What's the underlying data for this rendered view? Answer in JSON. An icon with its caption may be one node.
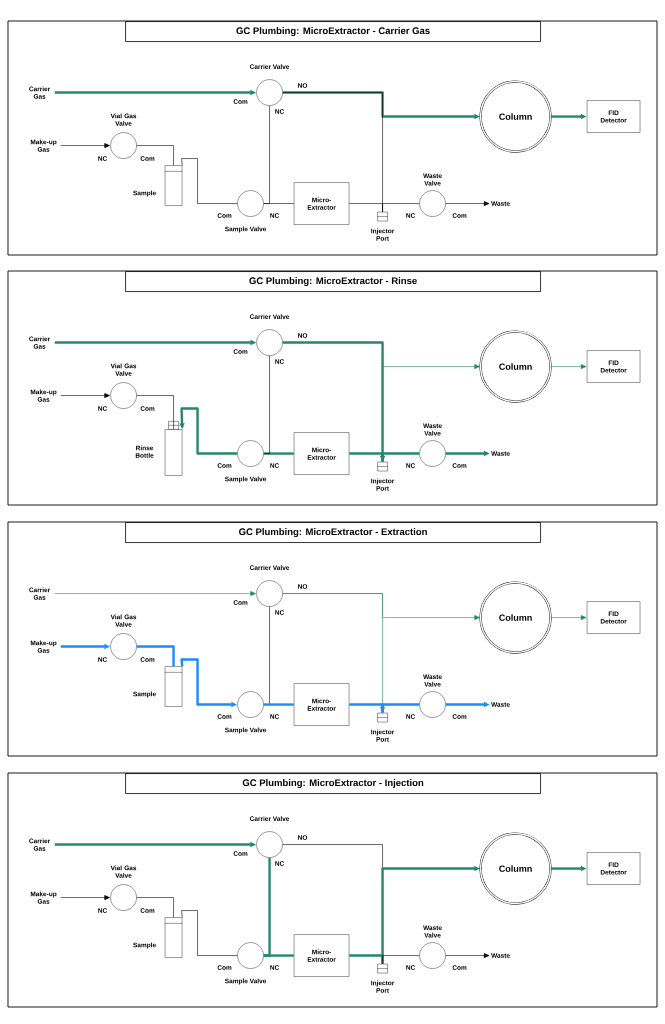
{
  "diagram": {
    "nodes": [
      {
        "text": [],
        "shape": "box"
      },
      {
        "text": [
          "GC Plumbing: MicroExtractor - Carrier Gas"
        ],
        "in": 0
      },
      {
        "text": [
          "Carrier Gas"
        ],
        "in": 0
      },
      {
        "text": [],
        "shape": "circle",
        "beside": [
          "Carrier Valve",
          "NO",
          "Com",
          "NC"
        ],
        "in": 0
      },
      {
        "text": [
          "Make-up Gas"
        ],
        "in": 0
      },
      {
        "text": [],
        "shape": "circle",
        "beside": [
          "Vial Gas Valve",
          "NC",
          "Com"
        ],
        "in": 0
      },
      {
        "text": [],
        "shape": "vial",
        "beside": [
          "Sample"
        ],
        "in": 0
      },
      {
        "text": [],
        "shape": "circle",
        "beside": [
          "Com",
          "NC",
          "Sample Valve"
        ],
        "in": 0
      },
      {
        "text": [
          "Micro- Extractor"
        ],
        "in": 0
      },
      {
        "text": [],
        "shape": "port",
        "beside": [
          "Injector Port"
        ],
        "in": 0
      },
      {
        "text": [],
        "shape": "circle",
        "beside": [
          "Waste Valve",
          "NC",
          "Com"
        ],
        "in": 0
      },
      {
        "text": [
          "Waste"
        ],
        "in": 0
      },
      {
        "text": [
          "Column"
        ],
        "in": 0
      },
      {
        "text": [
          "FID Detector"
        ],
        "in": 0
      },
      {
        "text": [],
        "shape": "box"
      },
      {
        "text": [
          "GC Plumbing: MicroExtractor - Rinse"
        ],
        "in": 14
      },
      {
        "text": [
          "Carrier Gas"
        ],
        "in": 14
      },
      {
        "text": [],
        "shape": "circle",
        "beside": [
          "Carrier Valve",
          "NO",
          "Com",
          "NC"
        ],
        "in": 14
      },
      {
        "text": [
          "Make-up Gas"
        ],
        "in": 14
      },
      {
        "text": [],
        "shape": "circle",
        "beside": [
          "Vial Gas Valve",
          "NC",
          "Com"
        ],
        "in": 14
      },
      {
        "text": [],
        "shape": "bottle",
        "beside": [
          "Rinse Bottle"
        ],
        "in": 14
      },
      {
        "text": [],
        "shape": "circle",
        "beside": [
          "Com",
          "NC",
          "Sample Valve"
        ],
        "in": 14
      },
      {
        "text": [
          "Micro- Extractor"
        ],
        "in": 14
      },
      {
        "text": [],
        "shape": "port",
        "beside": [
          "Injector Port"
        ],
        "in": 14
      },
      {
        "text": [],
        "shape": "circle",
        "beside": [
          "Waste Valve",
          "NC",
          "Com"
        ],
        "in": 14
      },
      {
        "text": [
          "Waste"
        ],
        "in": 14
      },
      {
        "text": [
          "Column"
        ],
        "in": 14
      },
      {
        "text": [
          "FID Detector"
        ],
        "in": 14
      },
      {
        "text": [],
        "shape": "box"
      },
      {
        "text": [
          "GC Plumbing: MicroExtractor - Extraction"
        ],
        "in": 28
      },
      {
        "text": [
          "Carrier Gas"
        ],
        "in": 28
      },
      {
        "text": [],
        "shape": "circle",
        "beside": [
          "Carrier Valve",
          "NO",
          "Com",
          "NC"
        ],
        "in": 28
      },
      {
        "text": [
          "Make-up Gas"
        ],
        "in": 28
      },
      {
        "text": [],
        "shape": "circle",
        "beside": [
          "Vial Gas Valve",
          "NC",
          "Com"
        ],
        "in": 28
      },
      {
        "text": [],
        "shape": "vial",
        "beside": [
          "Sample"
        ],
        "in": 28
      },
      {
        "text": [],
        "shape": "circle",
        "beside": [
          "Com",
          "NC",
          "Sample Valve"
        ],
        "in": 28
      },
      {
        "text": [
          "Micro- Extractor"
        ],
        "in": 28
      },
      {
        "text": [],
        "shape": "port",
        "beside": [
          "Injector Port"
        ],
        "in": 28
      },
      {
        "text": [],
        "shape": "circle",
        "beside": [
          "Waste Valve",
          "NC",
          "Com"
        ],
        "in": 28
      },
      {
        "text": [
          "Waste"
        ],
        "in": 28
      },
      {
        "text": [
          "Column"
        ],
        "in": 28
      },
      {
        "text": [
          "FID Detector"
        ],
        "in": 28
      },
      {
        "text": [],
        "shape": "box"
      },
      {
        "text": [
          "GC Plumbing: MicroExtractor - Injection"
        ],
        "in": 42
      },
      {
        "text": [
          "Carrier Gas"
        ],
        "in": 42
      },
      {
        "text": [],
        "shape": "circle",
        "beside": [
          "Carrier Valve",
          "NO",
          "Com",
          "NC"
        ],
        "in": 42
      },
      {
        "text": [
          "Make-up Gas"
        ],
        "in": 42
      },
      {
        "text": [],
        "shape": "circle",
        "beside": [
          "Vial Gas Valve",
          "NC",
          "Com"
        ],
        "in": 42
      },
      {
        "text": [],
        "shape": "vial",
        "beside": [
          "Sample"
        ],
        "in": 42
      },
      {
        "text": [],
        "shape": "circle",
        "beside": [
          "Com",
          "NC",
          "Sample Valve"
        ],
        "in": 42
      },
      {
        "text": [
          "Micro- Extractor"
        ],
        "in": 42
      },
      {
        "text": [],
        "shape": "port",
        "beside": [
          "Injector Port"
        ],
        "in": 42
      },
      {
        "text": [],
        "shape": "circle",
        "beside": [
          "Waste Valve",
          "NC",
          "Com"
        ],
        "in": 42
      },
      {
        "text": [
          "Waste"
        ],
        "in": 42
      },
      {
        "text": [
          "Column"
        ],
        "in": 42
      },
      {
        "text": [
          "FID Detector"
        ],
        "in": 42
      }
    ],
    "edges": [
      {
        "from": 2,
        "to": 3,
        "arrow": "to",
        "style": "thick",
        "color": "#23896b"
      },
      {
        "from": 3,
        "to": 12,
        "arrow": "to",
        "style": "thick",
        "color": "#23896b"
      },
      {
        "from": 3,
        "to": 9,
        "arrow": "none",
        "color": "#000000"
      },
      {
        "from": 12,
        "to": 13,
        "arrow": "to",
        "style": "thick",
        "color": "#23896b"
      },
      {
        "from": 4,
        "to": 5,
        "arrow": "to",
        "color": "#000000"
      },
      {
        "from": 5,
        "to": 6,
        "arrow": "none",
        "color": "#000000"
      },
      {
        "from": 6,
        "to": 7,
        "arrow": "none",
        "color": "#000000"
      },
      {
        "from": 3,
        "to": 7,
        "arrow": "none",
        "color": "#000000"
      },
      {
        "from": 7,
        "to": 8,
        "arrow": "none",
        "color": "#000000"
      },
      {
        "from": 8,
        "to": 9,
        "arrow": "none",
        "color": "#000000"
      },
      {
        "from": 9,
        "to": 10,
        "arrow": "none",
        "color": "#000000"
      },
      {
        "from": 10,
        "to": 11,
        "arrow": "to",
        "color": "#000000"
      },
      {
        "from": 16,
        "to": 17,
        "arrow": "to",
        "style": "thick",
        "color": "#23896b"
      },
      {
        "from": 17,
        "to": 23,
        "arrow": "to",
        "style": "thick",
        "color": "#23896b"
      },
      {
        "from": 17,
        "to": 26,
        "arrow": "to",
        "color": "#23896b"
      },
      {
        "from": 26,
        "to": 27,
        "arrow": "to",
        "color": "#23896b"
      },
      {
        "from": 18,
        "to": 19,
        "arrow": "to",
        "color": "#000000"
      },
      {
        "from": 19,
        "to": 20,
        "arrow": "none",
        "color": "#000000"
      },
      {
        "from": 22,
        "to": 21,
        "arrow": "none",
        "style": "thick",
        "color": "#23896b"
      },
      {
        "from": 21,
        "to": 20,
        "arrow": "to",
        "style": "thick",
        "color": "#23896b"
      },
      {
        "from": 17,
        "to": 21,
        "arrow": "none",
        "color": "#000000"
      },
      {
        "from": 22,
        "to": 23,
        "arrow": "none",
        "style": "thick",
        "color": "#23896b"
      },
      {
        "from": 23,
        "to": 24,
        "arrow": "none",
        "style": "thick",
        "color": "#23896b"
      },
      {
        "from": 24,
        "to": 25,
        "arrow": "to",
        "style": "thick",
        "color": "#23896b"
      },
      {
        "from": 30,
        "to": 31,
        "arrow": "to",
        "color": "#23896b"
      },
      {
        "from": 31,
        "to": 40,
        "arrow": "to",
        "color": "#23896b"
      },
      {
        "from": 31,
        "to": 37,
        "arrow": "to",
        "color": "#23896b"
      },
      {
        "from": 40,
        "to": 41,
        "arrow": "to",
        "color": "#23896b"
      },
      {
        "from": 32,
        "to": 33,
        "arrow": "to",
        "style": "thick",
        "color": "#1a8cff"
      },
      {
        "from": 33,
        "to": 34,
        "arrow": "none",
        "style": "thick",
        "color": "#1a8cff"
      },
      {
        "from": 34,
        "to": 35,
        "arrow": "to",
        "style": "thick",
        "color": "#1a8cff"
      },
      {
        "from": 31,
        "to": 35,
        "arrow": "none",
        "color": "#000000"
      },
      {
        "from": 35,
        "to": 36,
        "arrow": "none",
        "style": "thick",
        "color": "#1a8cff"
      },
      {
        "from": 36,
        "to": 37,
        "arrow": "none",
        "style": "thick",
        "color": "#1a8cff"
      },
      {
        "from": 37,
        "to": 38,
        "arrow": "none",
        "style": "thick",
        "color": "#1a8cff"
      },
      {
        "from": 38,
        "to": 39,
        "arrow": "to",
        "style": "thick",
        "color": "#1a8cff"
      },
      {
        "from": 44,
        "to": 45,
        "arrow": "to",
        "style": "thick",
        "color": "#23896b"
      },
      {
        "from": 45,
        "to": 54,
        "arrow": "none",
        "color": "#000000"
      },
      {
        "from": 45,
        "to": 49,
        "arrow": "none",
        "style": "thick",
        "color": "#23896b"
      },
      {
        "from": 54,
        "to": 55,
        "arrow": "to",
        "style": "thick",
        "color": "#23896b"
      },
      {
        "from": 46,
        "to": 47,
        "arrow": "to",
        "color": "#000000"
      },
      {
        "from": 47,
        "to": 48,
        "arrow": "none",
        "color": "#000000"
      },
      {
        "from": 48,
        "to": 49,
        "arrow": "none",
        "color": "#000000"
      },
      {
        "from": 49,
        "to": 50,
        "arrow": "none",
        "style": "thick",
        "color": "#23896b"
      },
      {
        "from": 50,
        "to": 51,
        "arrow": "none",
        "style": "thick",
        "color": "#23896b"
      },
      {
        "from": 51,
        "to": 54,
        "arrow": "to",
        "style": "thick",
        "color": "#23896b"
      },
      {
        "from": 51,
        "to": 52,
        "arrow": "none",
        "color": "#000000"
      },
      {
        "from": 52,
        "to": 53,
        "arrow": "to",
        "color": "#000000"
      }
    ]
  }
}
